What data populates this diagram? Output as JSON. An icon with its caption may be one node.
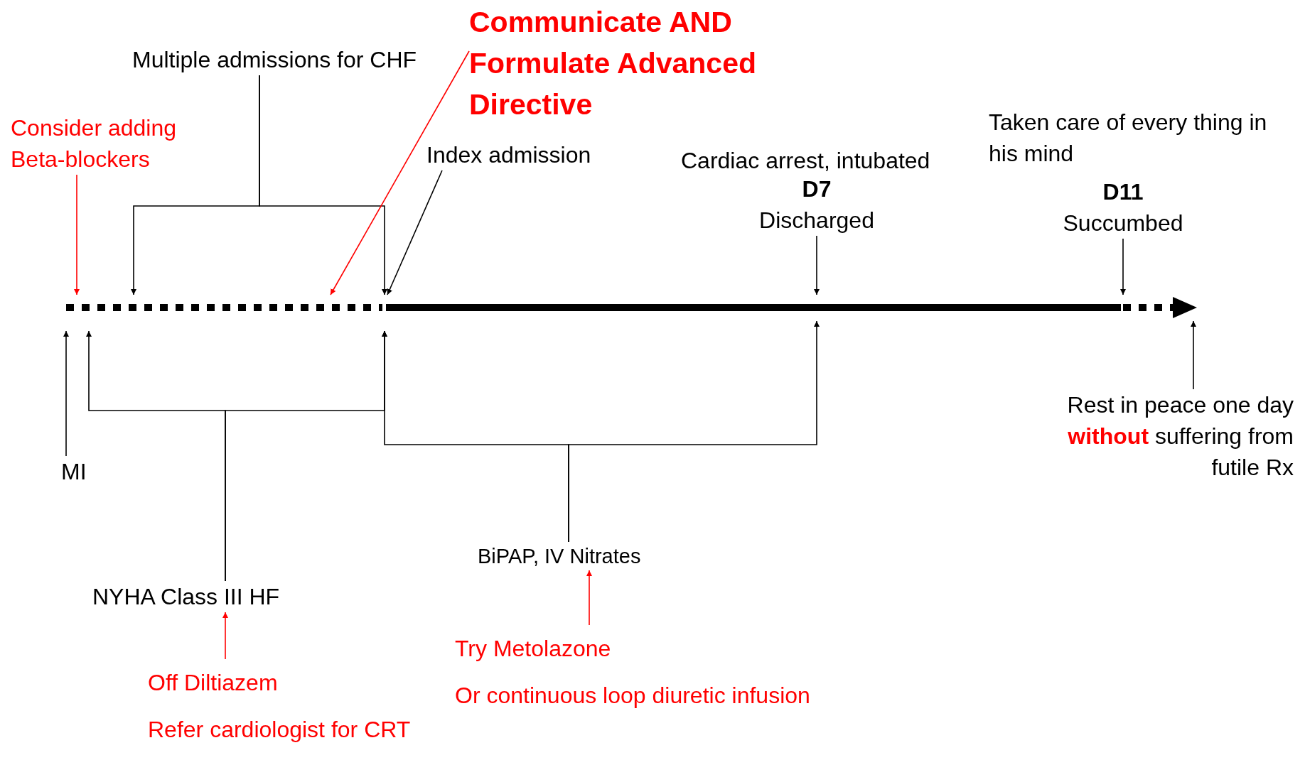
{
  "diagram": {
    "nodes": [
      {
        "text": [
          "Communicate AND Formulate Advanced Directive"
        ]
      },
      {
        "text": [
          "Multiple admissions for CHF"
        ]
      },
      {
        "text": [
          "Consider adding Beta-blockers"
        ]
      },
      {
        "text": [
          "Index admission"
        ]
      },
      {
        "text": [
          "D7",
          "Discharged"
        ]
      },
      {
        "text": [
          "D11",
          "Succumbed"
        ]
      },
      {
        "text": [
          "MI"
        ]
      },
      {
        "text": [
          "NYHA Class III HF"
        ]
      },
      {
        "text": [
          "BiPAP, IV Nitrates"
        ]
      },
      {
        "text": [
          "Rest in peace one day **without** suffering from futile Rx"
        ]
      },
      {
        "text": [
          "Off Diltiazem",
          "Refer cardiologist for CRT"
        ]
      },
      {
        "text": [
          "Try Metolazone",
          "Or continuous loop diuretic infusion"
        ]
      }
    ],
    "edges": [
      {
        "from": 2,
        "to": null,
        "arrow": "to",
        "color": "#ff0000"
      },
      {
        "from": 1,
        "to": null,
        "arrow": "to"
      },
      {
        "from": 1,
        "to": null,
        "arrow": "to"
      },
      {
        "from": 0,
        "to": null,
        "arrow": "to",
        "color": "#ff0000"
      },
      {
        "from": 3,
        "to": null,
        "arrow": "to"
      },
      {
        "from": 4,
        "to": null,
        "arrow": "to"
      },
      {
        "from": 5,
        "to": null,
        "arrow": "to"
      },
      {
        "from": 6,
        "to": null,
        "arrow": "to"
      },
      {
        "from": 7,
        "to": null,
        "arrow": "to"
      },
      {
        "from": 7,
        "to": null,
        "arrow": "to"
      },
      {
        "from": 8,
        "to": null,
        "arrow": "to"
      },
      {
        "from": 8,
        "to": null,
        "arrow": "to"
      },
      {
        "from": 9,
        "to": null,
        "arrow": "to"
      },
      {
        "from": 10,
        "to": 7,
        "arrow": "to",
        "color": "#ff0000"
      },
      {
        "from": 11,
        "to": 8,
        "arrow": "to",
        "color": "#ff0000"
      }
    ],
    "labels": [
      "Cardiac arrest, intubated",
      "Taken care of every thing in his mind"
    ]
  }
}
